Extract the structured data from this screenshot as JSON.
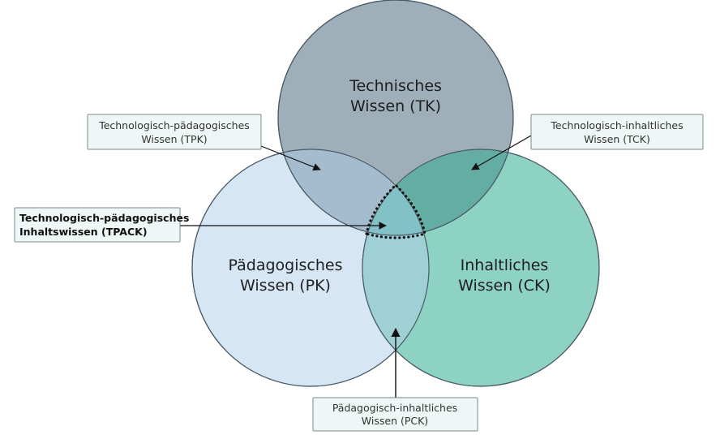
{
  "circles": {
    "tk": {
      "line1": "Technisches",
      "line2": "Wissen (TK)",
      "color": "#9fafba"
    },
    "pk": {
      "line1": "Pädagogisches",
      "line2": "Wissen (PK)",
      "color": "#d6e6f4"
    },
    "ck": {
      "line1": "Inhaltliches",
      "line2": "Wissen (CK)",
      "color": "#8ed2c4"
    }
  },
  "callouts": {
    "tpk": {
      "line1": "Technologisch-pädagogisches",
      "line2": "Wissen (TPK)"
    },
    "tck": {
      "line1": "Technologisch-inhaltliches",
      "line2": "Wissen (TCK)"
    },
    "tpack": {
      "line1": "Technologisch-pädagogisches",
      "line2": "Inhaltswissen (TPACK)"
    },
    "pck": {
      "line1": "Pädagogisch-inhaltliches",
      "line2": "Wissen (PCK)"
    }
  },
  "colors": {
    "tp_overlap": "#a5bccf",
    "tc_overlap": "#64ada3",
    "pc_overlap": "#9ed0d6",
    "center": "#82c1c6",
    "box_fill": "#eef6f6",
    "box_stroke": "#7a8c8c"
  }
}
